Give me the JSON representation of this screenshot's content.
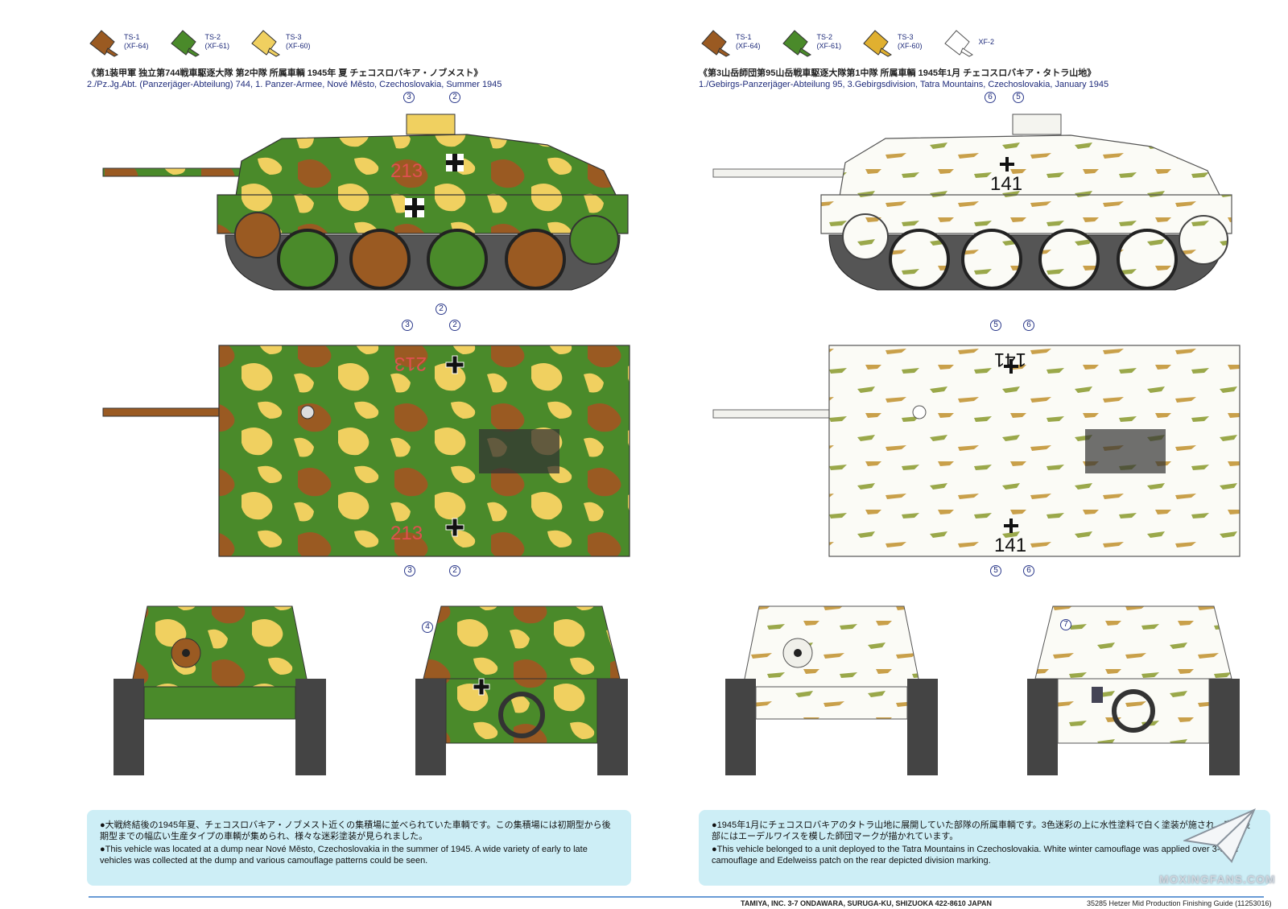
{
  "paints": {
    "ts1": {
      "code": "TS-1",
      "ref": "(XF-64)",
      "color": "#9a5a22"
    },
    "ts2": {
      "code": "TS-2",
      "ref": "(XF-61)",
      "color": "#4a8a2a"
    },
    "ts3": {
      "code": "TS-3",
      "ref": "(XF-60)",
      "color": "#f0d060"
    },
    "xf2": {
      "code": "XF-2",
      "ref": "",
      "color": "#ffffff"
    }
  },
  "left": {
    "title_ja": "《第1装甲軍 独立第744戦車駆逐大隊 第2中隊 所属車輌 1945年 夏 チェコスロバキア・ノブメスト》",
    "title_en": "2./Pz.Jg.Abt. (Panzerjäger-Abteilung) 744, 1. Panzer-Armee, Nové Město, Czechoslovakia, Summer 1945",
    "number": "213",
    "callouts": {
      "c3": "3",
      "c2": "2",
      "c4": "4"
    },
    "note_ja": "●大戦終結後の1945年夏、チェコスロバキア・ノブメスト近くの集積場に並べられていた車輌です。この集積場には初期型から後期型までの幅広い生産タイプの車輌が集められ、様々な迷彩塗装が見られました。",
    "note_en": "●This vehicle was located at a dump near Nové Město, Czechoslovakia in the summer of 1945. A wide variety of early to late vehicles was collected at the dump and various camouflage patterns could be seen."
  },
  "right": {
    "title_ja": "《第3山岳師団第95山岳戦車駆逐大隊第1中隊 所属車輌 1945年1月 チェコスロバキア・タトラ山地》",
    "title_en": "1./Gebirgs-Panzerjäger-Abteilung 95, 3.Gebirgsdivision, Tatra Mountains, Czechoslovakia, January 1945",
    "number": "141",
    "callouts": {
      "c5": "5",
      "c6": "6",
      "c7": "7"
    },
    "note_ja": "●1945年1月にチェコスロバキアのタトラ山地に展開していた部隊の所属車輌です。3色迷彩の上に水性塗料で白く塗装が施され、車体後部にはエーデルワイスを模した師団マークが描かれています。",
    "note_en": "●This vehicle belonged to a unit deployed to the Tatra Mountains in Czechoslovakia. White winter camouflage was applied over 3-color camouflage and Edelweiss patch on the rear depicted division marking."
  },
  "footer": {
    "address": "TAMIYA, INC. 3-7 ONDAWARA, SURUGA-KU, SHIZUOKA 422-8610 JAPAN",
    "doc": "35285 Hetzer Mid Production Finishing Guide (11253016)"
  },
  "watermark": "MOXINGFANS.COM"
}
